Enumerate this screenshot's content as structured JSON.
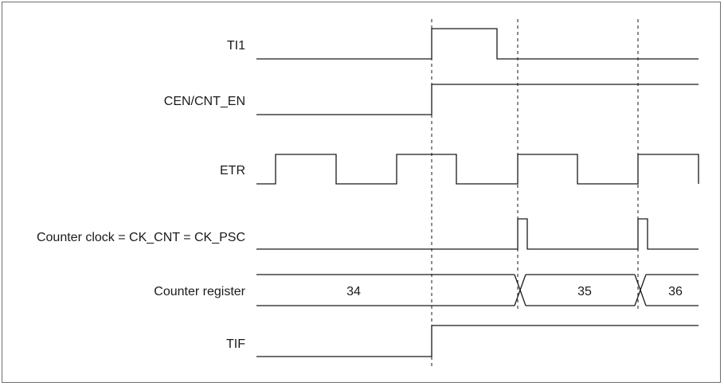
{
  "signals": [
    {
      "key": "ti1",
      "label": "TI1"
    },
    {
      "key": "cen",
      "label": "CEN/CNT_EN"
    },
    {
      "key": "etr",
      "label": "ETR"
    },
    {
      "key": "ckcnt",
      "label": "Counter clock = CK_CNT = CK_PSC"
    },
    {
      "key": "cntreg",
      "label": "Counter register"
    },
    {
      "key": "tif",
      "label": "TIF"
    }
  ],
  "counter_values": [
    "34",
    "35",
    "36"
  ]
}
